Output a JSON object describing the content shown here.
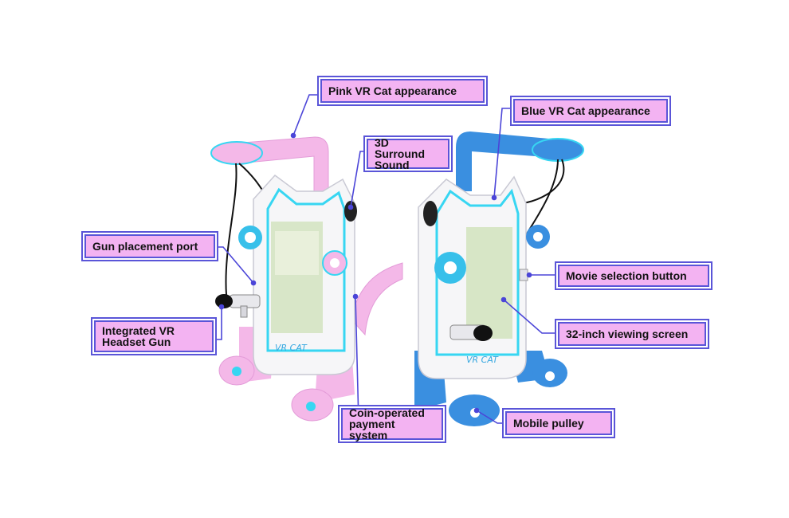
{
  "callouts": {
    "pink_appearance": "Pink VR Cat appearance",
    "blue_appearance": "Blue VR Cat appearance",
    "surround_sound": "3D Surround Sound",
    "gun_port": "Gun placement port",
    "headset_gun": "Integrated VR Headset  Gun",
    "coin_payment": "Coin-operated payment system",
    "movie_button": "Movie selection button",
    "screen": "32-inch viewing screen",
    "pulley": "Mobile pulley"
  },
  "machine_branding": "VR CAT",
  "colors": {
    "pink_body": "#f4b8e8",
    "blue_body": "#3a8fe0",
    "label_fill": "#f3b3f2",
    "label_border": "#5a55d8",
    "accent_cyan": "#37d6f2"
  }
}
